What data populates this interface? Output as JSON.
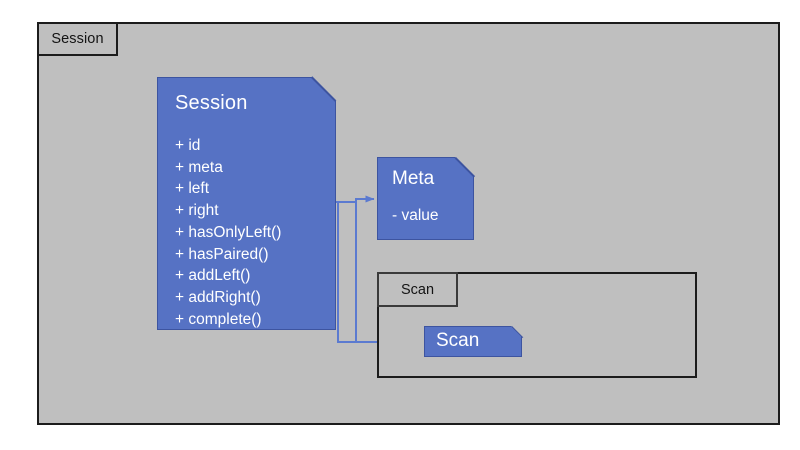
{
  "diagram": {
    "type": "uml-class-diagram",
    "background_color": "#ffffff",
    "surface_color": "#bfbfbf",
    "class_fill_color": "#5672c4",
    "class_border_color": "#3d54a0",
    "frame_border_color": "#1c1c1c",
    "connector_color": "#5b7ad0",
    "text_on_class_color": "#ffffff",
    "text_on_surface_color": "#141414"
  },
  "outer_package": {
    "tab_label": "Session"
  },
  "session_class": {
    "title": "Session",
    "members": [
      "+ id",
      "+ meta",
      "+ left",
      "+ right",
      "+ hasOnlyLeft()",
      "+ hasPaired()",
      "+ addLeft()",
      "+ addRight()",
      "+ complete()"
    ]
  },
  "meta_class": {
    "title": "Meta",
    "members": [
      "- value"
    ]
  },
  "scan_package": {
    "tab_label": "Scan"
  },
  "scan_class": {
    "title": "Scan",
    "members": []
  },
  "connectors": [
    {
      "name": "session-to-meta",
      "from": "Session",
      "to": "Meta",
      "style": "orthogonal-arrow"
    },
    {
      "name": "session-to-scan",
      "from": "Session",
      "to": "Scan",
      "style": "orthogonal-arrow"
    }
  ]
}
